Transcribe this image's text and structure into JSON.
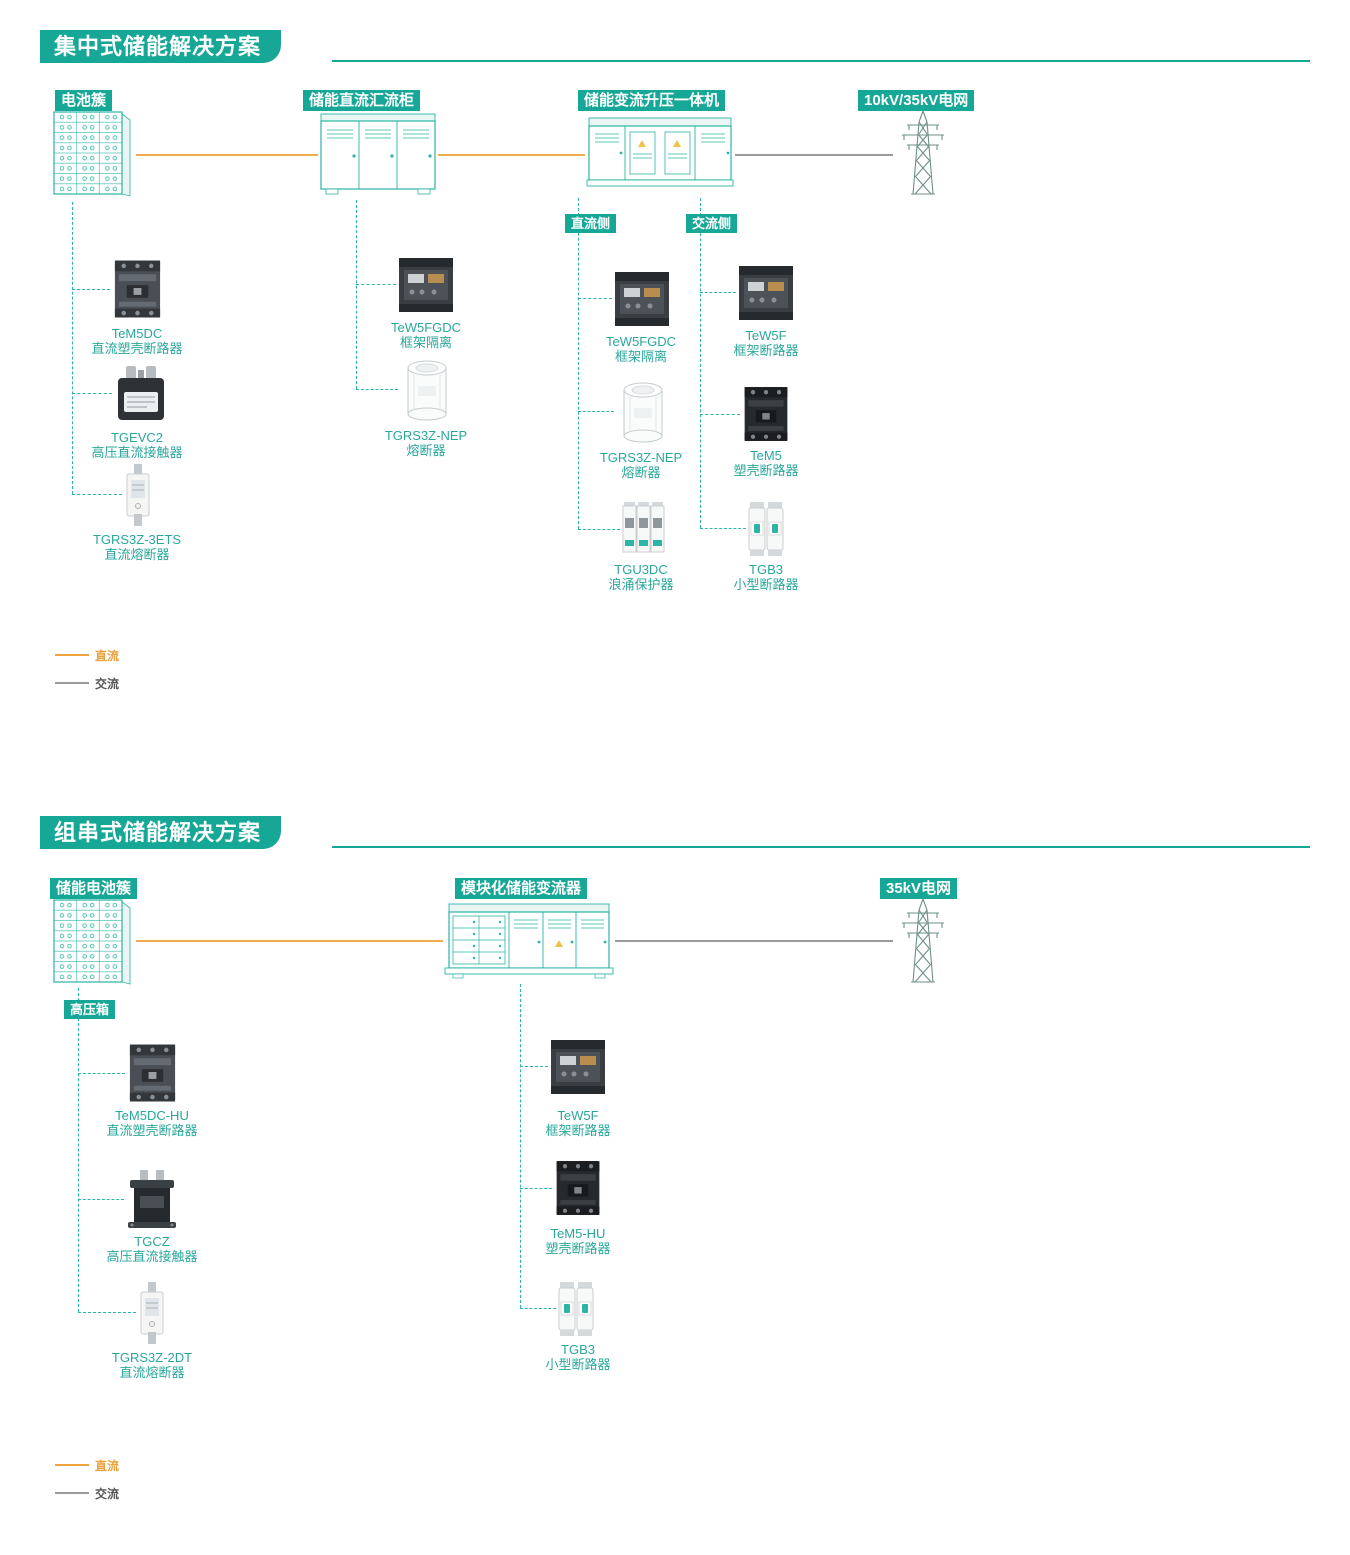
{
  "colors": {
    "header_teal": "#17a796",
    "illustration_teal": "#2ab5a5",
    "dc_line_orange": "#f0ab4f",
    "ac_line_gray": "#9a9a9a",
    "product_text_teal": "#2aa79b"
  },
  "icons": {
    "battery-rack-icon": "rack of battery modules, teal line art",
    "dc-combiner-cabinet-icon": "electrical cabinet, teal line art",
    "converter-station-icon": "converter step-up container, teal line art",
    "modular-converter-icon": "modular converter container, teal line art",
    "power-grid-tower-icon": "transmission lattice tower",
    "mccb-icon": "molded case circuit breaker",
    "dc-contactor-icon": "high voltage DC contactor",
    "blade-fuse-icon": "DC blade fuse",
    "frame-switch-icon": "frame isolation switch",
    "cylinder-fuse-icon": "cylindrical fuse",
    "surge-protector-icon": "surge protective device",
    "frame-breaker-icon": "air frame circuit breaker",
    "mini-breaker-icon": "miniature circuit breaker"
  },
  "s1": {
    "title": "集中式储能解决方案",
    "equip": {
      "battery": "电池簇",
      "cabinet": "储能直流汇流柜",
      "converter": "储能变流升压一体机",
      "grid": "10kV/35kV电网"
    },
    "side_dc": "直流侧",
    "side_ac": "交流侧",
    "products": {
      "tem5dc": {
        "name": "TeM5DC",
        "desc": "直流塑壳断路器"
      },
      "tgevc2": {
        "name": "TGEVC2",
        "desc": "高压直流接触器"
      },
      "tgrs3z3ets": {
        "name": "TGRS3Z-3ETS",
        "desc": "直流熔断器"
      },
      "tew5fgdc_cab": {
        "name": "TeW5FGDC",
        "desc": "框架隔离"
      },
      "tgrs3znep_cab": {
        "name": "TGRS3Z-NEP",
        "desc": "熔断器"
      },
      "tew5fgdc_dc": {
        "name": "TeW5FGDC",
        "desc": "框架隔离"
      },
      "tgrs3znep_dc": {
        "name": "TGRS3Z-NEP",
        "desc": "熔断器"
      },
      "tgu3dc": {
        "name": "TGU3DC",
        "desc": "浪涌保护器"
      },
      "tew5f": {
        "name": "TeW5F",
        "desc": "框架断路器"
      },
      "tem5": {
        "name": "TeM5",
        "desc": "塑壳断路器"
      },
      "tgb3": {
        "name": "TGB3",
        "desc": "小型断路器"
      }
    },
    "legend": {
      "dc": "直流",
      "ac": "交流"
    }
  },
  "s2": {
    "title": "组串式储能解决方案",
    "equip": {
      "battery": "储能电池簇",
      "converter": "模块化储能变流器",
      "grid": "35kV电网"
    },
    "box": "高压箱",
    "products": {
      "tem5dchu": {
        "name": "TeM5DC-HU",
        "desc": "直流塑壳断路器"
      },
      "tgcz": {
        "name": "TGCZ",
        "desc": "高压直流接触器"
      },
      "tgrs3z2dt": {
        "name": "TGRS3Z-2DT",
        "desc": "直流熔断器"
      },
      "tew5f": {
        "name": "TeW5F",
        "desc": "框架断路器"
      },
      "tem5hu": {
        "name": "TeM5-HU",
        "desc": "塑壳断路器"
      },
      "tgb3": {
        "name": "TGB3",
        "desc": "小型断路器"
      }
    },
    "legend": {
      "dc": "直流",
      "ac": "交流"
    }
  }
}
